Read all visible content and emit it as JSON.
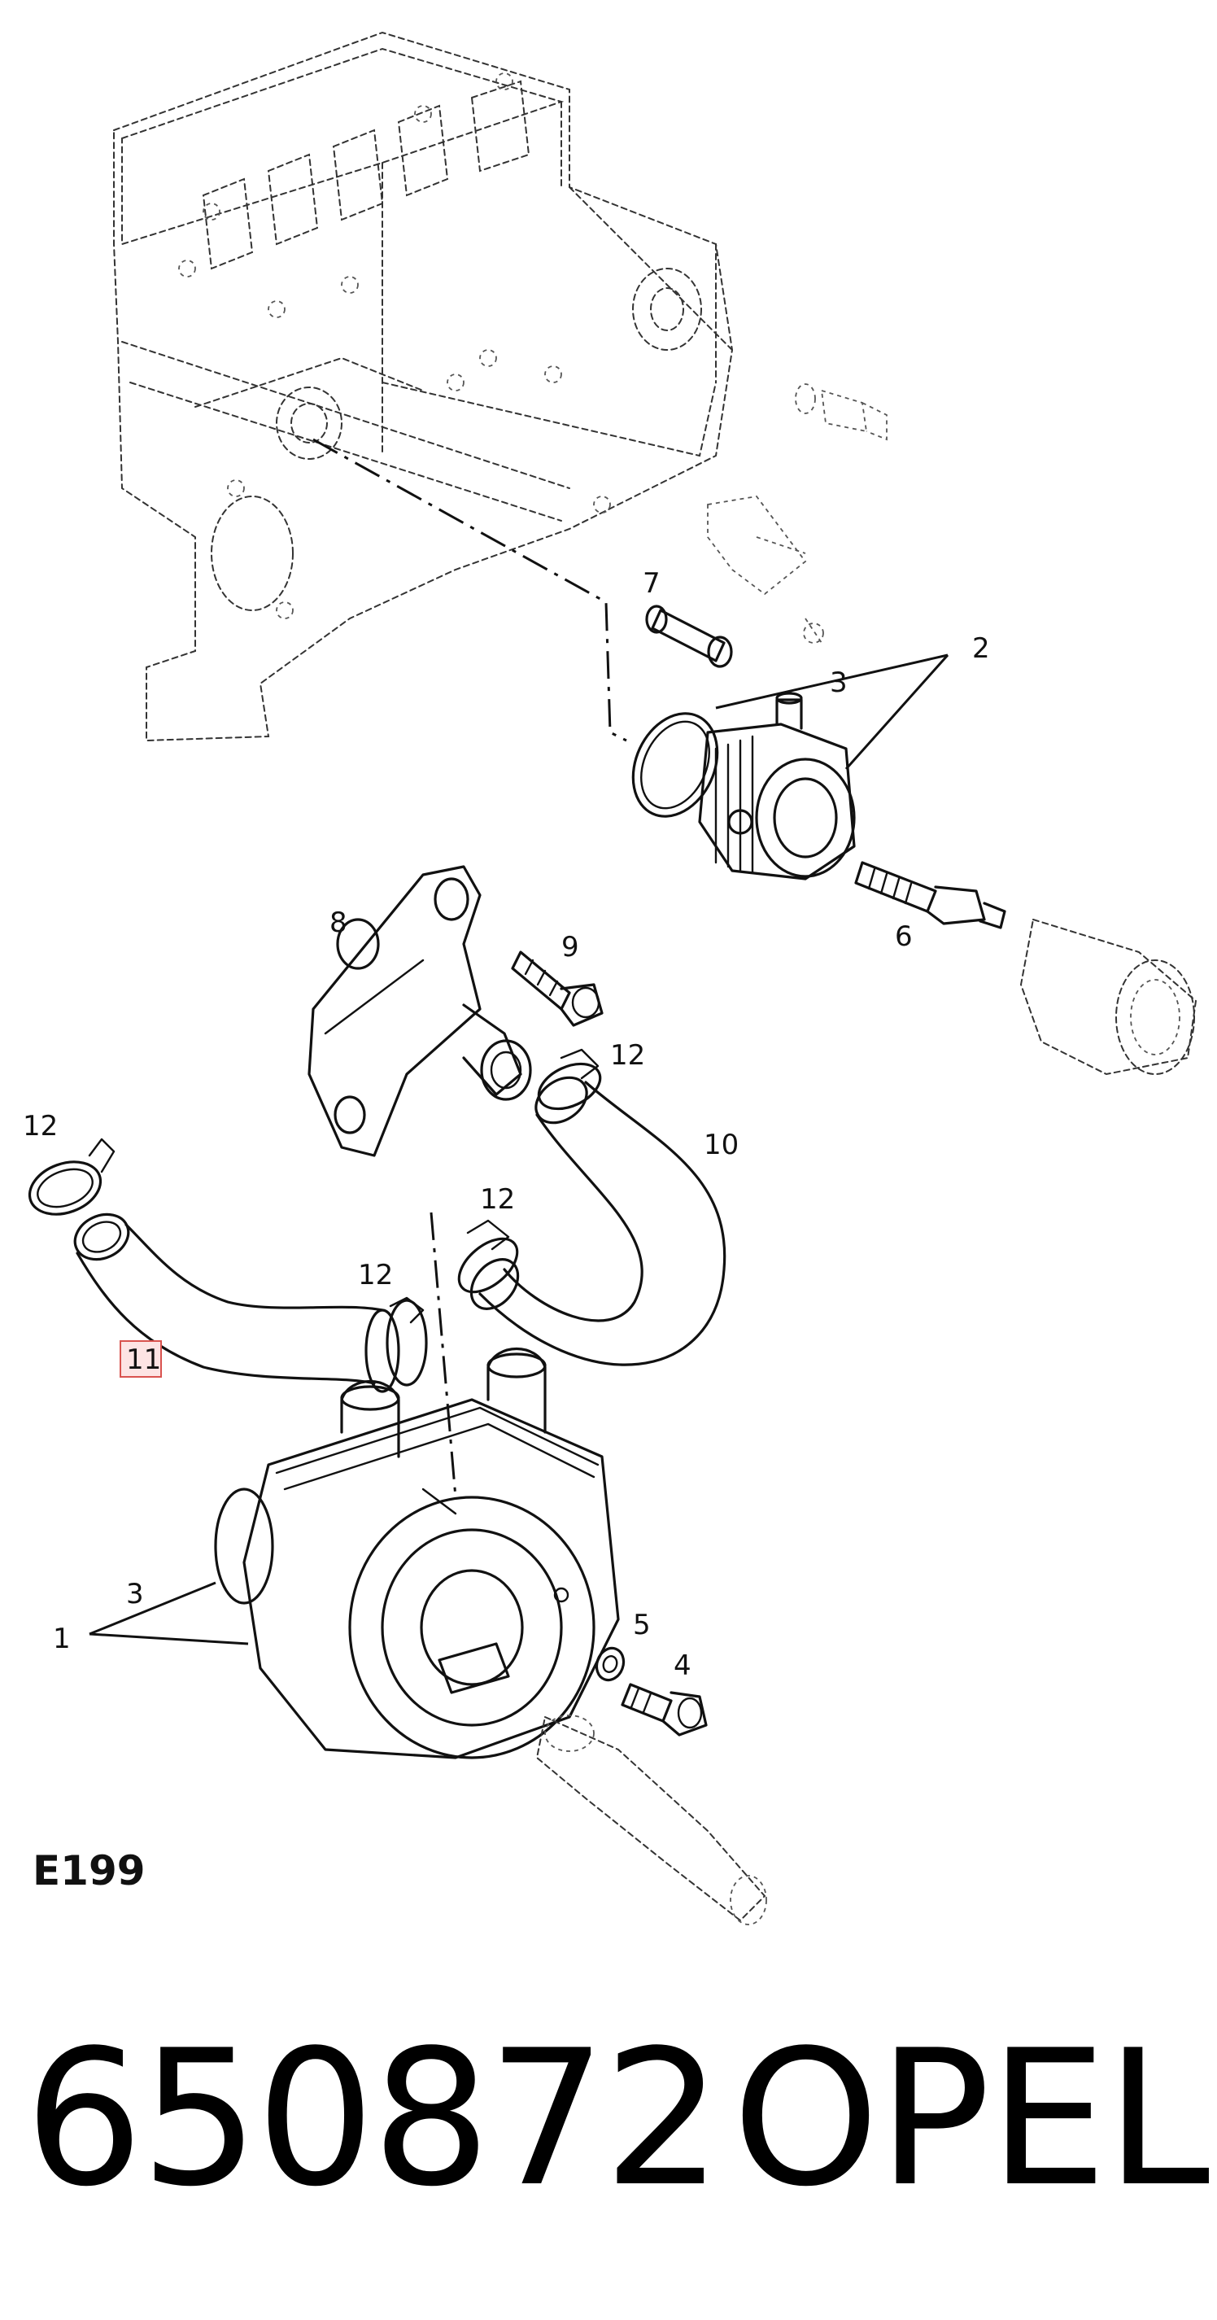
{
  "diagram": {
    "code": "E199",
    "highlighted_part": "11",
    "callouts": {
      "p1": "1",
      "p2": "2",
      "p3_upper": "3",
      "p3_lower": "3",
      "p4": "4",
      "p5": "5",
      "p6": "6",
      "p7": "7",
      "p8": "8",
      "p9": "9",
      "p10": "10",
      "p11": "11",
      "p12_a": "12",
      "p12_b": "12",
      "p12_c": "12",
      "p12_d": "12"
    }
  },
  "footer": {
    "part_number": "650872",
    "brand": "OPEL"
  }
}
